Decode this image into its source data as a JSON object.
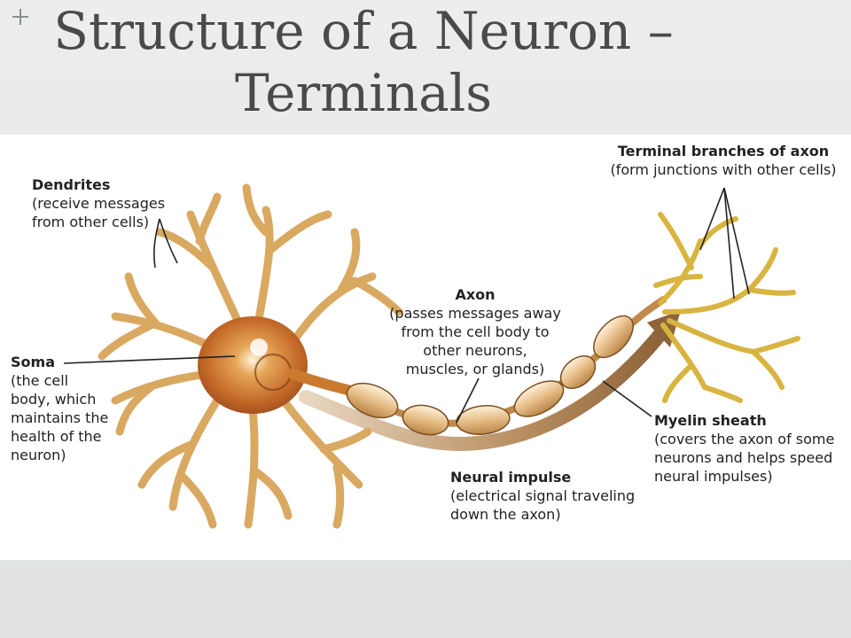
{
  "title": "Structure of a Neuron – Terminals",
  "labels": {
    "dendrites": {
      "heading": "Dendrites",
      "lines": [
        "(receive messages",
        "from other cells)"
      ]
    },
    "soma": {
      "heading": "Soma",
      "lines": [
        "(the cell",
        "body, which",
        "maintains the",
        "health of the",
        "neuron)"
      ]
    },
    "axon": {
      "heading": "Axon",
      "lines": [
        "(passes messages away",
        "from the cell body to",
        "other neurons,",
        "muscles, or glands)"
      ]
    },
    "terminal": {
      "heading": "Terminal branches of axon",
      "lines": [
        "(form junctions with other cells)"
      ]
    },
    "myelin": {
      "heading": "Myelin sheath",
      "lines": [
        "(covers the axon of some",
        "neurons and helps speed",
        "neural impulses)"
      ]
    },
    "impulse": {
      "heading": "Neural impulse",
      "lines": [
        "(electrical signal traveling",
        "down the axon)"
      ]
    }
  },
  "colors": {
    "dendrite": "#d9a861",
    "dendrite_dark": "#8a5a22",
    "soma": "#c97a2f",
    "myelin": "#e9c79a",
    "terminal": "#e0c050",
    "arrow": "#a67c4e"
  }
}
